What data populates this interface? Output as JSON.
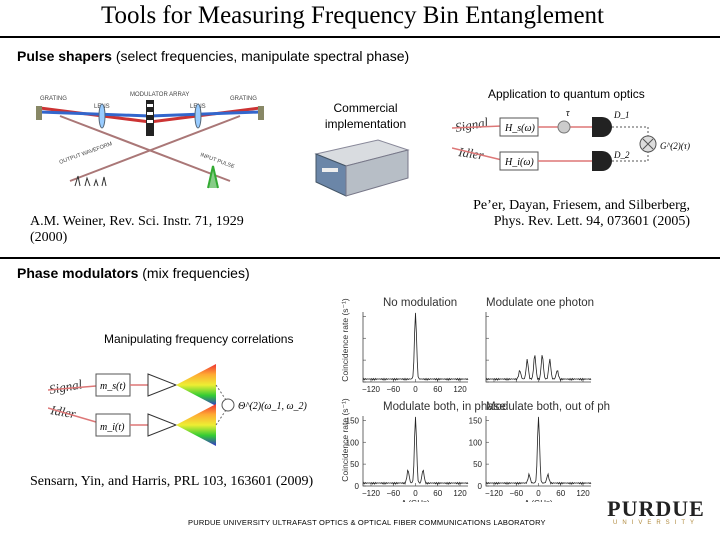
{
  "title": "Tools for Measuring Frequency Bin Entanglement",
  "section1": {
    "heading_bold": "Pulse shapers",
    "heading_rest": " (select frequencies, manipulate spectral phase)",
    "diagram_labels": {
      "grating_left": "GRATING",
      "lens_left": "LENS",
      "modulator_array": "MODULATOR ARRAY",
      "lens_right": "LENS",
      "grating_right": "GRATING",
      "input_pulse": "INPUT PULSE",
      "output_waveform": "OUTPUT WAVEFORM"
    },
    "commercial": "Commercial implementation",
    "citation": "A.M. Weiner, Rev. Sci. Instr. 71, 1929 (2000)",
    "application_title": "Application to quantum optics",
    "quantum": {
      "signal": "Signal",
      "idler": "Idler",
      "hs": "H_s(ω)",
      "hi": "H_i(ω)",
      "tau": "τ",
      "d1": "D_1",
      "d2": "D_2",
      "g2": "G^(2)(τ)"
    },
    "citation2": "Pe’er, Dayan, Friesem, and Silberberg, Phys. Rev. Lett. 94, 073601 (2005)"
  },
  "section2": {
    "heading_bold": "Phase modulators",
    "heading_rest": " (mix frequencies)",
    "manip": "Manipulating frequency correlations",
    "diagram": {
      "signal": "Signal",
      "idler": "Idler",
      "ms": "m_s(t)",
      "mi": "m_i(t)",
      "theta": "Θ^(2)(ω_1, ω_2)"
    },
    "citation": "Sensarn, Yin, and Harris, PRL 103, 163601 (2009)",
    "panels": [
      {
        "label": "No modulation",
        "peaks": [
          [
            0,
            150
          ]
        ]
      },
      {
        "label": "Modulate one photon",
        "peaks": [
          [
            -30,
            45
          ],
          [
            -10,
            55
          ],
          [
            10,
            55
          ],
          [
            30,
            45
          ],
          [
            -50,
            20
          ],
          [
            50,
            20
          ]
        ]
      },
      {
        "label": "Modulate both, in phase",
        "peaks": [
          [
            0,
            150
          ],
          [
            -20,
            30
          ],
          [
            20,
            30
          ]
        ]
      },
      {
        "label": "Modulate both, out of phase",
        "peaks": [
          [
            0,
            150
          ],
          [
            -25,
            20
          ],
          [
            25,
            20
          ]
        ]
      }
    ],
    "ylabel": "Coincidence rate (s⁻¹)",
    "xlabel": "Δ (GHz)",
    "xticks": [
      "−120",
      "−60",
      "0",
      "60",
      "120"
    ],
    "yticks": [
      "0",
      "50",
      "100",
      "150"
    ]
  },
  "footer": "PURDUE UNIVERSITY ULTRAFAST OPTICS & OPTICAL FIBER COMMUNICATIONS LABORATORY",
  "logo": {
    "name": "PURDUE",
    "sub": "UNIVERSITY"
  }
}
